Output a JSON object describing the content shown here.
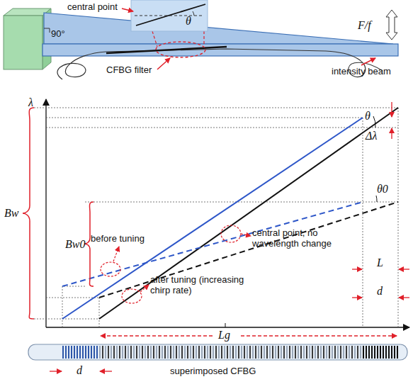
{
  "diagram": {
    "labels": [
      "central point",
      "θ",
      "90°",
      "F/f",
      "CFBG filter",
      "intensity beam",
      "λ",
      "Bw",
      "Bw0",
      "Δλ",
      "θ",
      "θ0",
      "before tuning",
      "central point, no wavelength change",
      "L",
      "after tuning (increasing chirp rate)",
      "d",
      "Lg",
      "d",
      "superimposed CFBG"
    ]
  }
}
